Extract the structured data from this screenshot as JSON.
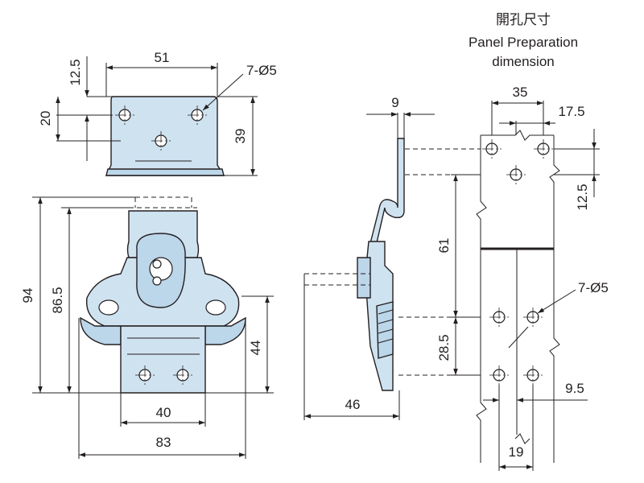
{
  "header": {
    "title_cn": "開孔尺寸",
    "title_en_1": "Panel Preparation",
    "title_en_2": "dimension"
  },
  "dimensions": {
    "top_width": "51",
    "holes_top_left": "7-Ø5",
    "dim_12_5_left": "12.5",
    "dim_20": "20",
    "dim_39": "39",
    "dim_94": "94",
    "dim_86_5": "86.5",
    "dim_44": "44",
    "dim_40": "40",
    "dim_83": "83",
    "dim_9": "9",
    "dim_46": "46",
    "dim_35": "35",
    "dim_17_5": "17.5",
    "dim_12_5_right": "12.5",
    "dim_61": "61",
    "holes_right": "7-Ø5",
    "dim_28_5": "28.5",
    "dim_9_5": "9.5",
    "dim_19": "19"
  }
}
